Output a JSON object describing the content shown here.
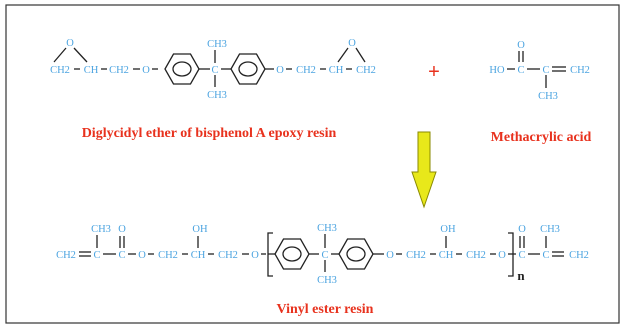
{
  "labels": {
    "ch2": "CH2",
    "ch": "CH",
    "c": "C",
    "o": "O",
    "ch3": "CH3",
    "oh": "OH",
    "ho": "HO",
    "n": "n"
  },
  "captions": {
    "reactant1": "Diglycidyl ether of bisphenol A epoxy resin",
    "reactant2": "Methacrylic acid",
    "product": "Vinyl ester resin"
  },
  "plus_sign": "+",
  "colors": {
    "atoms": "#4aa3e0",
    "captions": "#e8321e",
    "arrow_fill": "#e8e81a",
    "arrow_stroke": "#8a8a00",
    "bonds": "#222222"
  }
}
